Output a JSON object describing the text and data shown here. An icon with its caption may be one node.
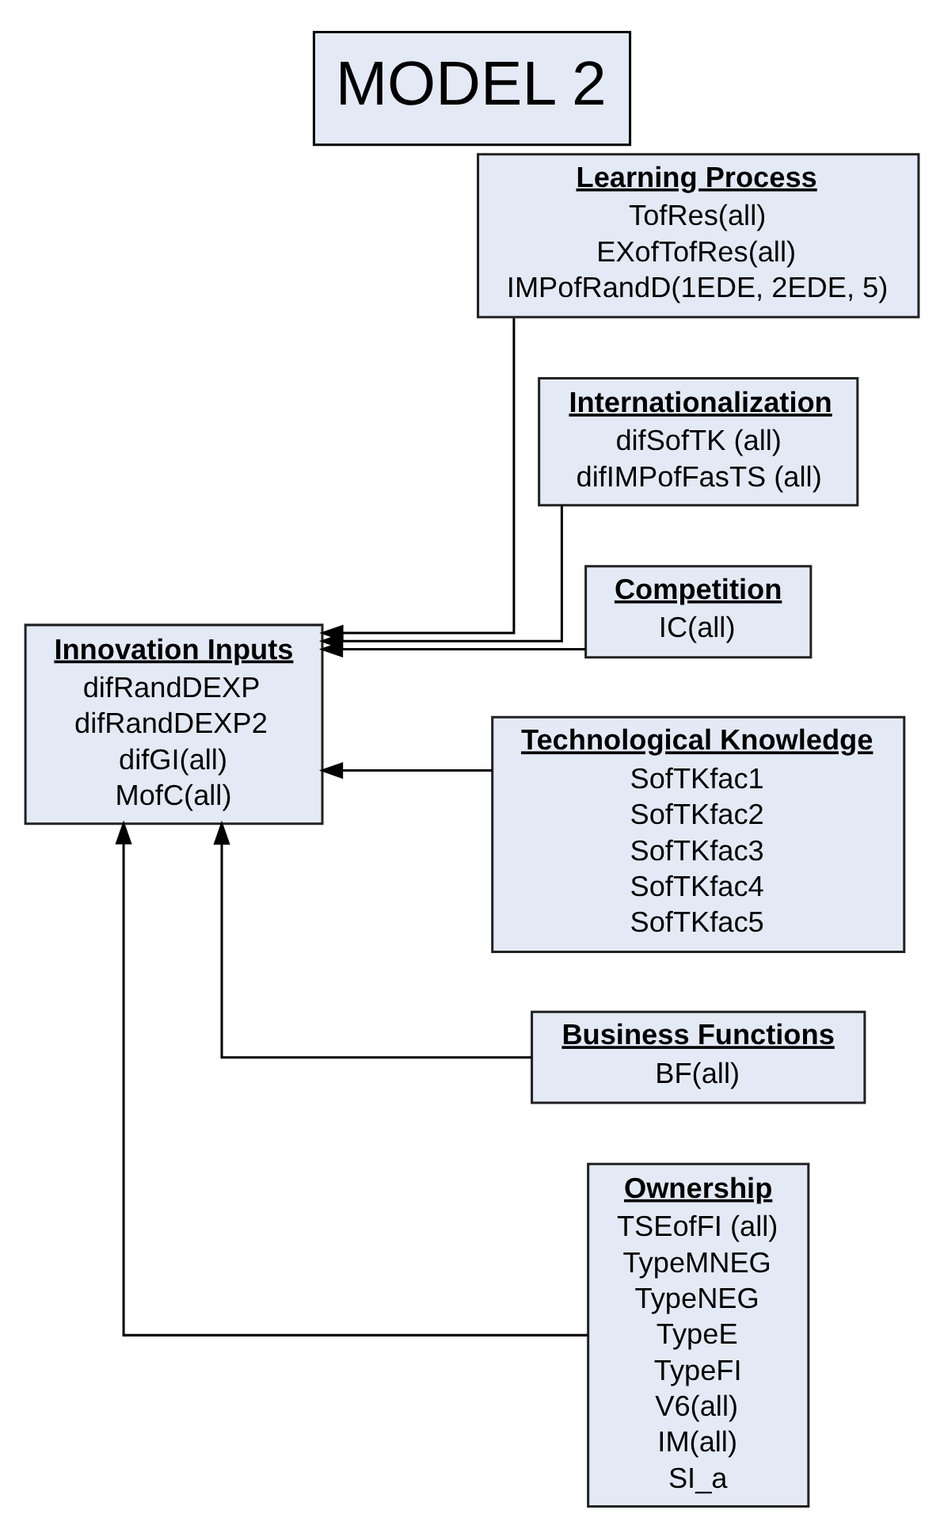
{
  "diagram": {
    "title": "MODEL 2",
    "nodes": [
      {
        "text": [
          "Innovation Inputs",
          "difRandDEXP",
          "difRandDEXP2",
          "difGI(all)",
          "MofC(all)"
        ]
      },
      {
        "text": [
          "Learning Process",
          "TofRes(all)",
          "EXofTofRes(all)",
          "IMPofRandD(1EDE, 2EDE, 5)"
        ]
      },
      {
        "text": [
          "Internationalization",
          "difSofTK (all)",
          "difIMPofFasTS (all)"
        ]
      },
      {
        "text": [
          "Competition",
          "IC(all)"
        ]
      },
      {
        "text": [
          "Technological Knowledge",
          "SofTKfac1",
          "SofTKfac2",
          "SofTKfac3",
          "SofTKfac4",
          "SofTKfac5"
        ]
      },
      {
        "text": [
          "Business Functions",
          "BF(all)"
        ]
      },
      {
        "text": [
          "Ownership",
          "TSEofFI (all)",
          "TypeMNEG",
          "TypeNEG",
          "TypeE",
          "TypeFI",
          "V6(all)",
          "IM(all)",
          "SI_a"
        ]
      }
    ],
    "edges": [
      {
        "from": 1,
        "to": 0,
        "arrow": "to"
      },
      {
        "from": 2,
        "to": 0,
        "arrow": "to"
      },
      {
        "from": 3,
        "to": 0,
        "arrow": "to"
      },
      {
        "from": 4,
        "to": 0,
        "arrow": "to"
      },
      {
        "from": 5,
        "to": 0,
        "arrow": "to"
      },
      {
        "from": 6,
        "to": 0,
        "arrow": "to"
      }
    ]
  }
}
